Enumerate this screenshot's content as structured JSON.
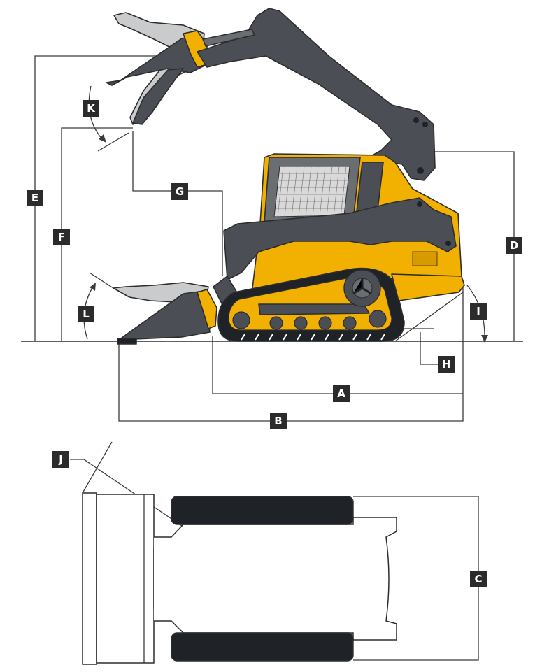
{
  "colors": {
    "machine_yellow": "#f2b100",
    "machine_yellow_dark": "#d79b00",
    "arm_gray": "#4b4f55",
    "arm_gray_light": "#6a6e73",
    "bucket_light": "#c9cbcc",
    "track_black": "#1f2327",
    "outline": "#2d2d2d",
    "label_box": "#2b2b2b",
    "label_text": "#ffffff"
  },
  "dimension_labels": {
    "A": "A",
    "B": "B",
    "C": "C",
    "D": "D",
    "E": "E",
    "F": "F",
    "G": "G",
    "H": "H",
    "I": "I",
    "J": "J",
    "K": "K",
    "L": "L"
  }
}
